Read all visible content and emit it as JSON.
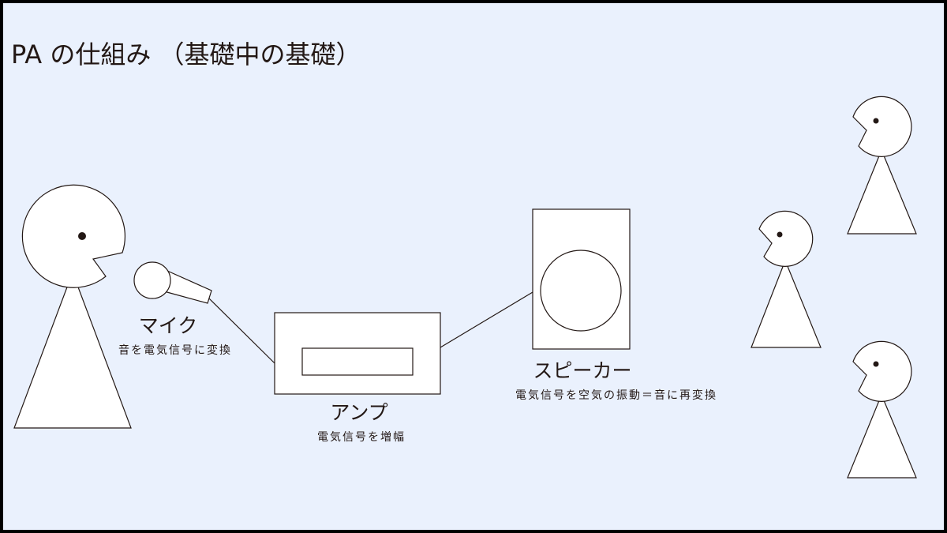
{
  "title": "PA の仕組み （基礎中の基礎）",
  "mic": {
    "label": "マイク",
    "description": "音を電気信号に変換"
  },
  "amp": {
    "label": "アンプ",
    "description": "電気信号を増幅"
  },
  "speaker": {
    "label": "スピーカー",
    "description": "電気信号を空気の振動＝音に再変換"
  },
  "colors": {
    "background": "#eaf1fd",
    "stroke": "#231815",
    "border": "#000000"
  }
}
